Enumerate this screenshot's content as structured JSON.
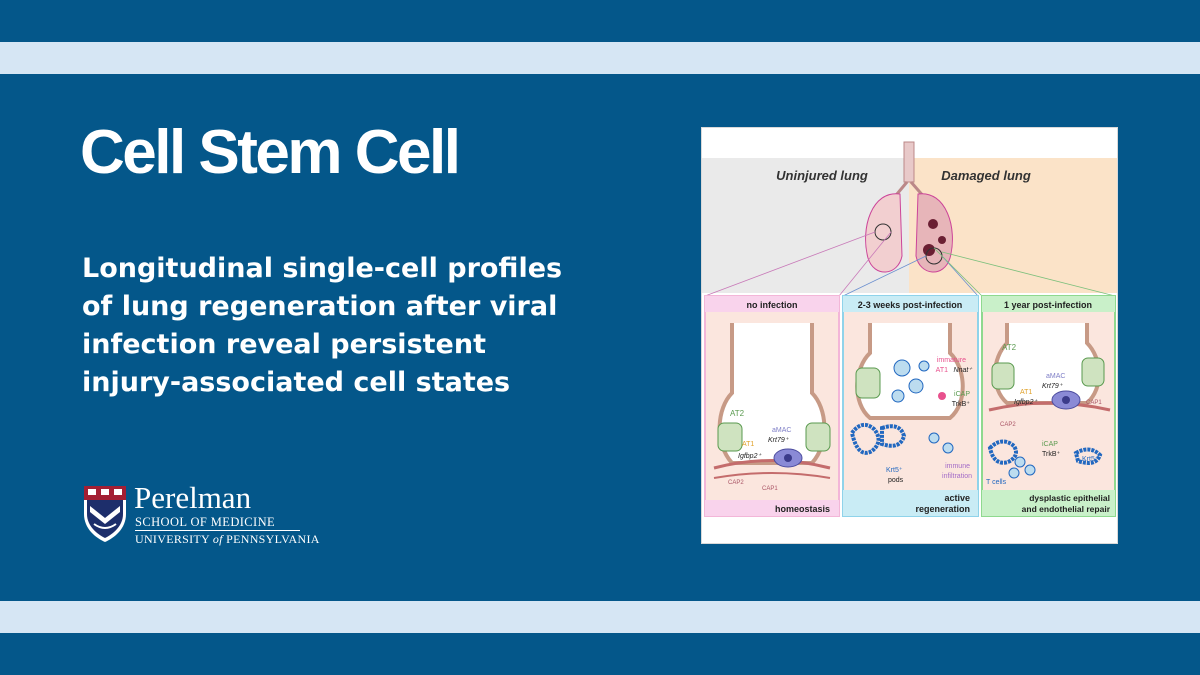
{
  "journal": {
    "title": "Cell Stem Cell"
  },
  "headline": {
    "lines": [
      "Longitudinal single-cell profiles",
      "of lung regeneration after viral",
      "infection reveal persistent",
      "injury-associated cell states"
    ]
  },
  "institution": {
    "name": "Perelman",
    "school": "SCHOOL OF MEDICINE",
    "university_prefix": "UNIVERSITY",
    "university_of": "of",
    "university_suffix": "PENNSYLVANIA"
  },
  "figure": {
    "top_left_label": "Uninjured lung",
    "top_right_label": "Damaged lung",
    "panels": [
      {
        "header": "no infection",
        "footer": "homeostasis",
        "labels": {
          "at2": "AT2",
          "at1": "AT1",
          "igfbp2": "Igfbp2⁺",
          "amac": "aMAC",
          "krt79": "Krt79⁺",
          "cap2": "CAP2",
          "cap1": "CAP1"
        }
      },
      {
        "header": "2-3 weeks post-infection",
        "footer_line1": "active",
        "footer_line2": "regeneration",
        "labels": {
          "immature": "immature",
          "at1": "AT1",
          "nnat": "Nnat⁺",
          "icap": "iCAP",
          "trkb": "TrkB⁺",
          "krt5": "Krt5⁺",
          "pods": "pods",
          "immune": "immune",
          "infiltration": "infiltration"
        }
      },
      {
        "header": "1 year post-infection",
        "footer_line1": "dysplastic epithelial",
        "footer_line2": "and endothelial repair",
        "labels": {
          "at2": "AT2",
          "amac": "aMAC",
          "krt79": "Krt79⁺",
          "at1": "AT1",
          "igfbp2": "Igfbp2⁺",
          "cap1": "CAP1",
          "cap2": "CAP2",
          "icap": "iCAP",
          "trkb": "TrkB⁺",
          "tcells": "T cells",
          "krt5": "Krt5⁺"
        }
      }
    ]
  },
  "colors": {
    "background": "#04578a",
    "stripe": "#d6e6f4",
    "text": "#ffffff",
    "panel1_header": "#f9d3ec",
    "panel2_header": "#c9ecf5",
    "panel3_header": "#c9f0c9",
    "at2_green": "#5a9a4f",
    "at1_yellow": "#e0a12a",
    "amac_purple": "#7f7fc7",
    "krt5_blue": "#2268c0",
    "immature_pink": "#e8518d",
    "immune_purple": "#a36cc7"
  }
}
